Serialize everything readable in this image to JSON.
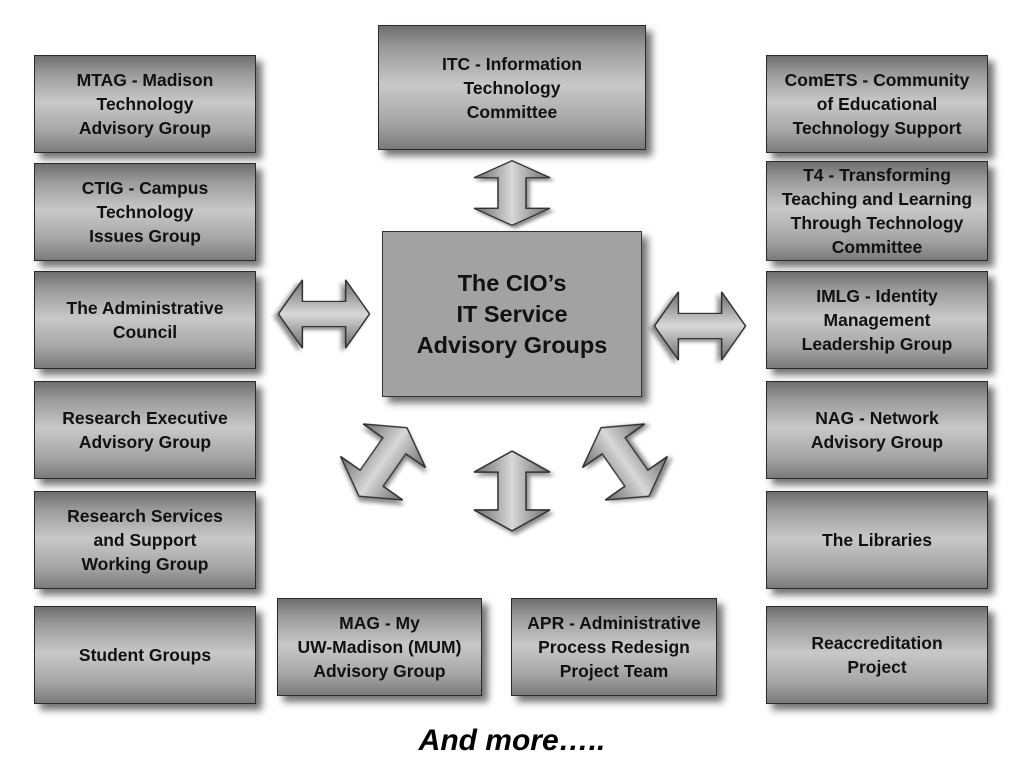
{
  "center": {
    "line1": "The CIO’s",
    "line2": "IT Service",
    "line3": "Advisory Groups"
  },
  "top": {
    "line1": "ITC - Information",
    "line2": "Technology",
    "line3": "Committee"
  },
  "left": [
    {
      "lines": [
        "MTAG - Madison",
        "Technology",
        "Advisory Group"
      ]
    },
    {
      "lines": [
        "CTIG - Campus",
        "Technology",
        "Issues Group"
      ]
    },
    {
      "lines": [
        "The Administrative",
        "Council"
      ]
    },
    {
      "lines": [
        "Research Executive",
        "Advisory Group"
      ]
    },
    {
      "lines": [
        "Research Services",
        "and Support",
        "Working Group"
      ]
    },
    {
      "lines": [
        "Student Groups"
      ]
    }
  ],
  "right": [
    {
      "lines": [
        "ComETS - Community",
        "of Educational",
        "Technology Support"
      ]
    },
    {
      "lines": [
        "T4 - Transforming",
        "Teaching and Learning",
        "Through Technology",
        "Committee"
      ]
    },
    {
      "lines": [
        "IMLG - Identity",
        "Management",
        "Leadership Group"
      ]
    },
    {
      "lines": [
        "NAG - Network",
        "Advisory Group"
      ]
    },
    {
      "lines": [
        "The Libraries"
      ]
    },
    {
      "lines": [
        "Reaccreditation",
        "Project"
      ]
    }
  ],
  "bottom": [
    {
      "lines": [
        "MAG - My",
        "UW-Madison (MUM)",
        "Advisory Group"
      ]
    },
    {
      "lines": [
        "APR - Administrative",
        "Process Redesign",
        "Project Team"
      ]
    }
  ],
  "footer": {
    "text": "And more….."
  }
}
